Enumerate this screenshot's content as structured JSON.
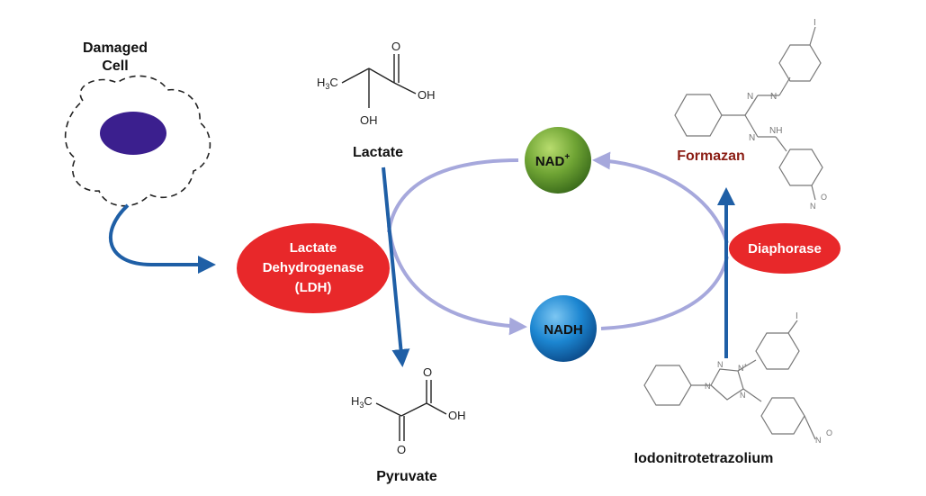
{
  "labels": {
    "damaged_cell_line1": "Damaged",
    "damaged_cell_line2": "Cell",
    "lactate": "Lactate",
    "pyruvate": "Pyruvate",
    "formazan": "Formazan",
    "iodonitro": "Iodonitrotetrazolium",
    "ldh_line1": "Lactate",
    "ldh_line2": "Dehydrogenase",
    "ldh_line3": "(LDH)",
    "diaphorase": "Diaphorase",
    "nad": "NAD",
    "nad_sup": "+",
    "nadh": "NADH"
  },
  "atoms": {
    "h3c": "H",
    "sub3": "3",
    "c": "C",
    "oh": "OH",
    "o": "O",
    "n": "N",
    "nh": "NH",
    "n_plus": "N",
    "plus": "+",
    "iodo": "I",
    "o_minus": "O"
  },
  "colors": {
    "enzyme_red": "#e8282a",
    "nad_green": "#6fa434",
    "nadh_blue": "#1c86d1",
    "arrow_blue": "#1f5fa6",
    "cycle_lavender": "#a6a8dc",
    "nucleus_purple": "#3b1f8e",
    "formazan_red": "#8b1d14"
  }
}
